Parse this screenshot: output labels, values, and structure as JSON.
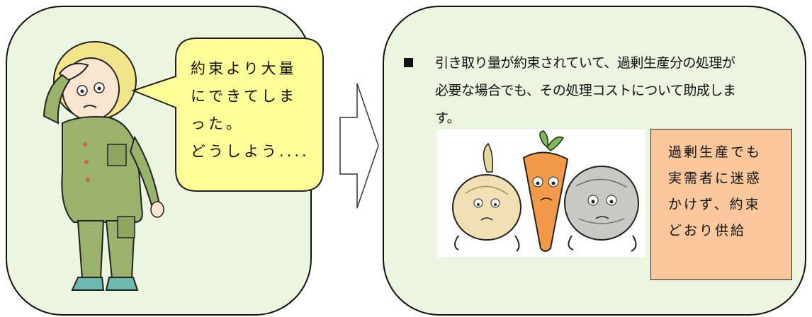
{
  "speech_bubble": {
    "lines": [
      "約束より大量",
      "にできてしま",
      "った。",
      "どうしよう...."
    ]
  },
  "explanation": {
    "bullet_lines": [
      "引き取り量が約束されていて、過剰生産分の処理が",
      "必要な場合でも、その処理コストについて助成しま",
      "す。"
    ]
  },
  "callout": {
    "lines": [
      "過剰生産でも",
      "実需者に迷惑",
      "かけず、約束",
      "どおり供給"
    ]
  },
  "colors": {
    "panel_fill": "#ebf5df",
    "bubble_fill": "#ffff99",
    "callout_fill": "#fbc79d",
    "farmer_clothes": "#9bb26c",
    "farmer_hair": "#f3e58a"
  }
}
